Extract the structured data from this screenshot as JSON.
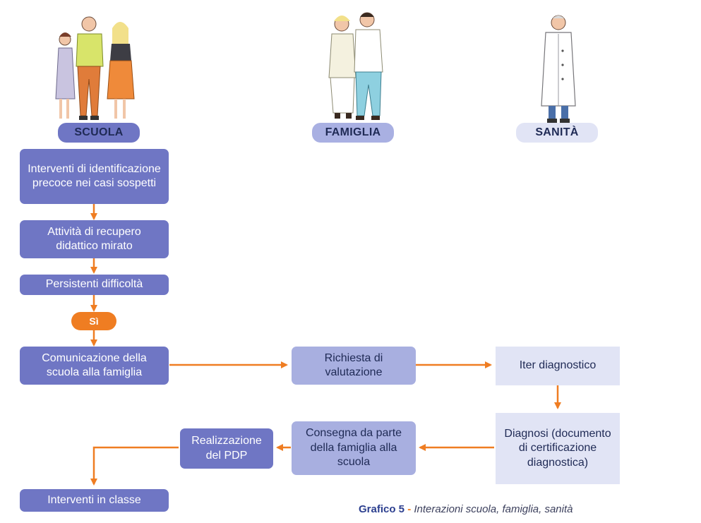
{
  "columns": {
    "scuola": "SCUOLA",
    "famiglia": "FAMIGLIA",
    "sanita": "SANITÀ"
  },
  "boxes": {
    "interventi_identificazione": "Interventi di identificazione precoce nei casi sospetti",
    "attivita_recupero": "Attività di recupero didattico mirato",
    "persistenti_difficolta": "Persistenti difficoltà",
    "si": "Sì",
    "comunicazione": "Comunicazione della scuola alla famiglia",
    "richiesta_valutazione": "Richiesta di valutazione",
    "iter_diagnostico": "Iter diagnostico",
    "diagnosi": "Diagnosi (documento di certificazione diagnostica)",
    "consegna": "Consegna da parte della famiglia alla scuola",
    "realizzazione_pdp": "Realizzazione del PDP",
    "interventi_classe": "Interventi in classe"
  },
  "caption": {
    "label": "Grafico 5",
    "separator": " - ",
    "text": "Interazioni scuola, famiglia, sanità"
  },
  "colors": {
    "school_box": "#6f76c4",
    "family_box": "#a8afe0",
    "health_box": "#e1e4f5",
    "arrow": "#ef7d22"
  }
}
